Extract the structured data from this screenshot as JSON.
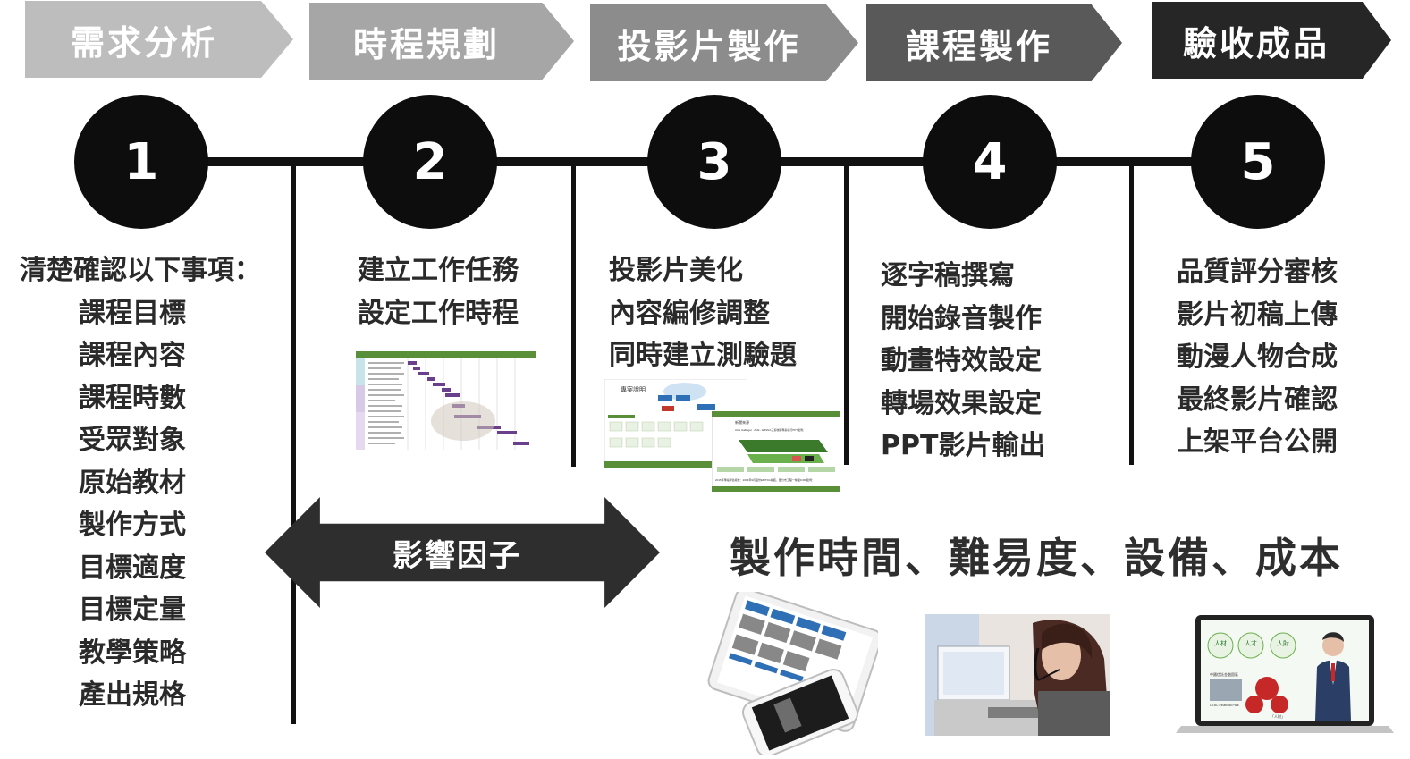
{
  "stages": [
    {
      "label": "需求分析",
      "color": "#bdbdbd"
    },
    {
      "label": "時程規劃",
      "color": "#a6a6a6"
    },
    {
      "label": "投影片製作",
      "color": "#8c8c8c"
    },
    {
      "label": "課程製作",
      "color": "#595959"
    },
    {
      "label": "驗收成品",
      "color": "#262626"
    }
  ],
  "nodes": [
    "1",
    "2",
    "3",
    "4",
    "5"
  ],
  "step1": {
    "title": "清楚確認以下事項：",
    "items": [
      "課程目標",
      "課程內容",
      "課程時數",
      "受眾對象",
      "原始教材",
      "製作方式",
      "目標適度",
      "目標定量",
      "教學策略",
      "產出規格"
    ]
  },
  "step2": {
    "items": [
      "建立工作任務",
      "設定工作時程"
    ]
  },
  "step3": {
    "items": [
      "投影片美化",
      "內容編修調整",
      "同時建立測驗題"
    ]
  },
  "step4": {
    "items": [
      "逐字稿撰寫",
      "開始錄音製作",
      "動畫特效設定",
      "轉場效果設定",
      "PPT影片輸出"
    ]
  },
  "step5": {
    "items": [
      "品質評分審核",
      "影片初稿上傳",
      "動漫人物合成",
      "最終影片確認",
      "上架平台公開"
    ]
  },
  "influence": {
    "label": "影響因子",
    "factors": "製作時間、難易度、設備、成本"
  },
  "slide_thumb": {
    "header_label": "專案說明",
    "caption_a": "新聞來源",
    "caption_b": "ACE Gallinger : ACE - EBSNA三菱收購專案執行PPT範例：",
    "caption_c": "2015年專案評估報告：2014年9月股份EBITDA總結，部分市工程一條龍ICRP範例："
  },
  "laptop_thumb": {
    "title_a": "人材",
    "title_b": "人才",
    "title_c": "人財",
    "subtitle": "中國信託金融園區",
    "sub_en": "CTBC Financial Park",
    "badge": "「人財」"
  }
}
